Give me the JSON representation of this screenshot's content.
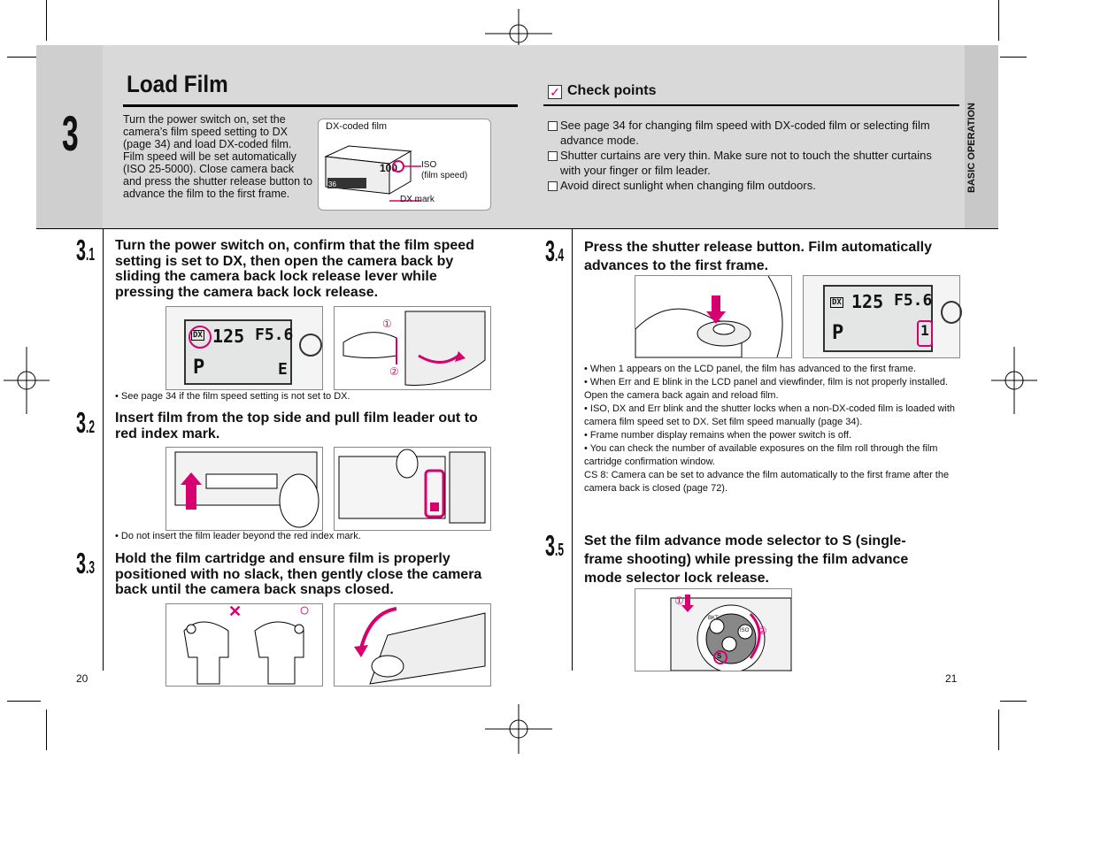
{
  "chapter_number": "3",
  "title": "Load Film",
  "intro_text": "Turn the power switch on, set the camera’s film speed setting to DX (page 34) and load DX-coded film. Film speed will be set automatically (ISO 25-5000). Close camera back and press the shutter release button to advance the film to the first frame.",
  "dx_figure": {
    "heading": "DX-coded film",
    "iso_label": "ISO",
    "iso_sub": "(film speed)",
    "dx_mark_label": "DX mark",
    "box_number": "100",
    "box_small": "36"
  },
  "check_points": {
    "heading": "Check points",
    "items": [
      "See page 34 for changing film speed with DX-coded film or selecting film advance mode.",
      "Shutter curtains are very thin. Make sure not to touch the shutter curtains with your finger or film leader.",
      "Avoid direct sunlight when changing film outdoors."
    ]
  },
  "side_label": "BASIC OPERATION",
  "steps": {
    "s31": {
      "num": "3",
      "sub": ".1",
      "text": "Turn the power switch on, confirm that the film speed setting is set to DX, then open the camera back by sliding the camera back lock release lever while pressing the camera back lock release.",
      "note": "• See page 34 if the film speed setting is not set to DX."
    },
    "s32": {
      "num": "3",
      "sub": ".2",
      "text": "Insert film from the top side and pull film leader out to red index mark.",
      "note": "• Do not insert the film leader beyond the red index mark."
    },
    "s33": {
      "num": "3",
      "sub": ".3",
      "text": "Hold the film cartridge and ensure film is properly positioned with no slack, then gently close the camera back until the camera back snaps closed."
    },
    "s34": {
      "num": "3",
      "sub": ".4",
      "text": "Press the shutter release button. Film automatically advances to the first frame."
    },
    "s35": {
      "num": "3",
      "sub": ".5",
      "text": "Set the film advance mode selector to S (single-frame shooting) while pressing the film advance mode selector lock release."
    }
  },
  "lcd": {
    "shutter": "125",
    "aperture": "F5.6",
    "mode": "P",
    "dx": "DX",
    "frame": "E",
    "frame_advanced": "1"
  },
  "step34_notes": [
    "• When 1 appears on the LCD panel, the film has advanced to the first frame.",
    "• When Err and E blink in the LCD panel and viewfinder, film is not properly installed. Open the camera back again and reload film.",
    "• ISO, DX and Err blink and the shutter locks when a non-DX-coded film is loaded with camera film speed set to DX. Set film speed manually (page 34).",
    "• Frame number display remains when the power switch is off.",
    "• You can check the number of available exposures on the film roll through the film cartridge confirmation window.",
    "CS 8: Camera can be set to advance the film automatically to the first frame after the camera back is closed (page 72)."
  ],
  "marks": {
    "cross": "✕",
    "circle": "○",
    "c1": "①",
    "c2": "②",
    "iso_btn": "ISO",
    "bkt_btn": "BKT",
    "s_mark": "S"
  },
  "page_left": "20",
  "page_right": "21",
  "colors": {
    "accent": "#d6006f",
    "band": "#d9d9d9"
  }
}
